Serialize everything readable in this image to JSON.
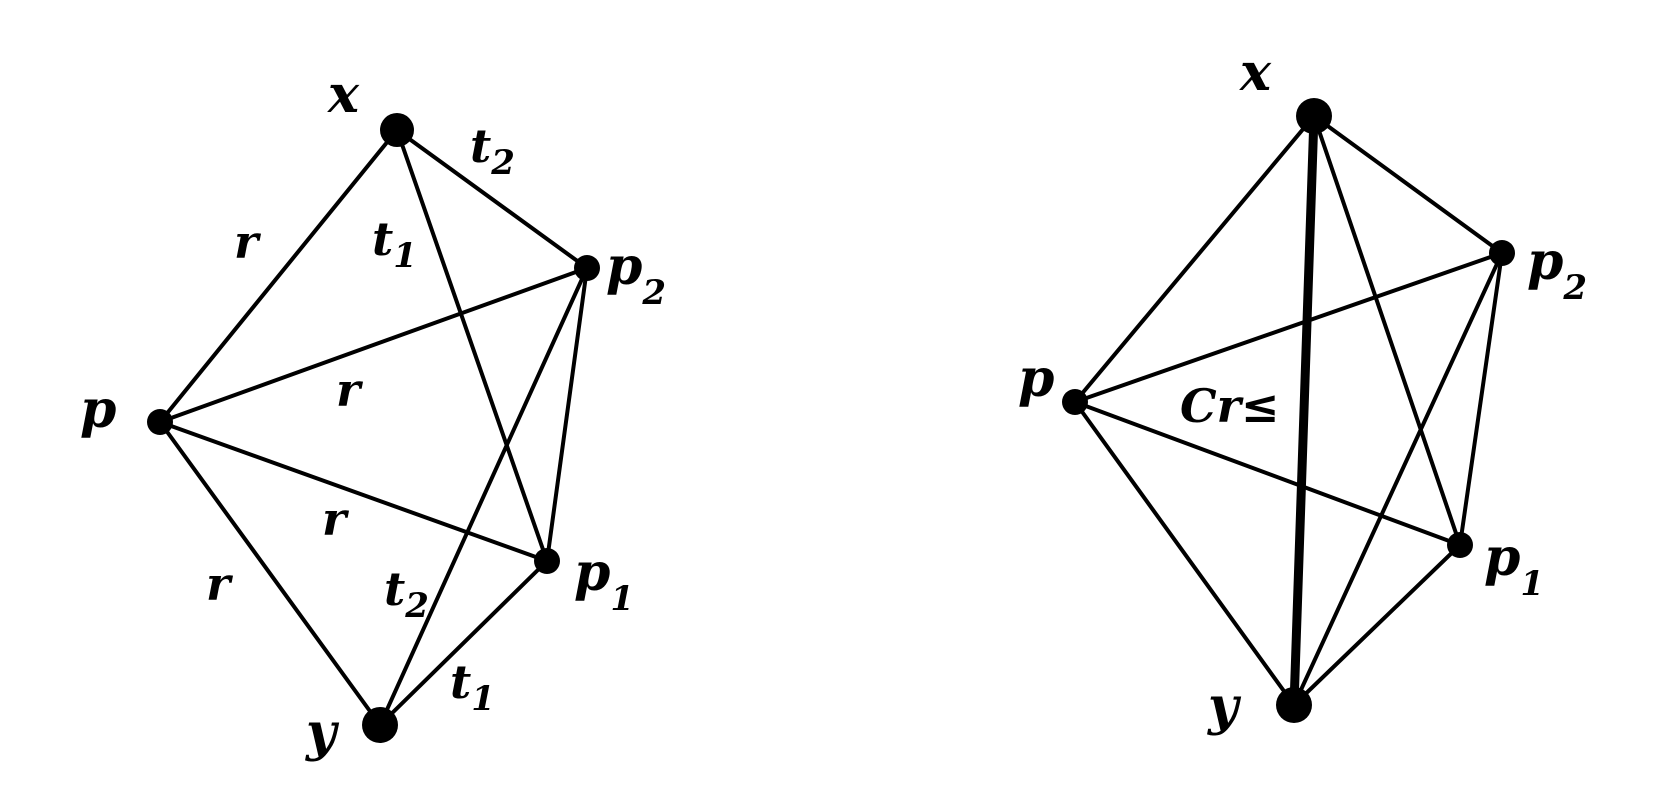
{
  "diagrams": [
    {
      "vertex_labels": {
        "x": {
          "main": "x",
          "sub": ""
        },
        "p2": {
          "main": "p",
          "sub": "2"
        },
        "p": {
          "main": "p",
          "sub": ""
        },
        "p1": {
          "main": "p",
          "sub": "1"
        },
        "y": {
          "main": "y",
          "sub": ""
        }
      },
      "edge_labels": [
        {
          "main": "t",
          "sub": "2"
        },
        {
          "main": "r",
          "sub": ""
        },
        {
          "main": "t",
          "sub": "1"
        },
        {
          "main": "r",
          "sub": ""
        },
        {
          "main": "r",
          "sub": ""
        },
        {
          "main": "r",
          "sub": ""
        },
        {
          "main": "t",
          "sub": "2"
        },
        {
          "main": "t",
          "sub": "1"
        }
      ]
    },
    {
      "vertex_labels": {
        "x": {
          "main": "x",
          "sub": ""
        },
        "p2": {
          "main": "p",
          "sub": "2"
        },
        "p": {
          "main": "p",
          "sub": ""
        },
        "p1": {
          "main": "p",
          "sub": "1"
        },
        "y": {
          "main": "y",
          "sub": ""
        }
      },
      "edge_label": "Cr≤"
    }
  ]
}
